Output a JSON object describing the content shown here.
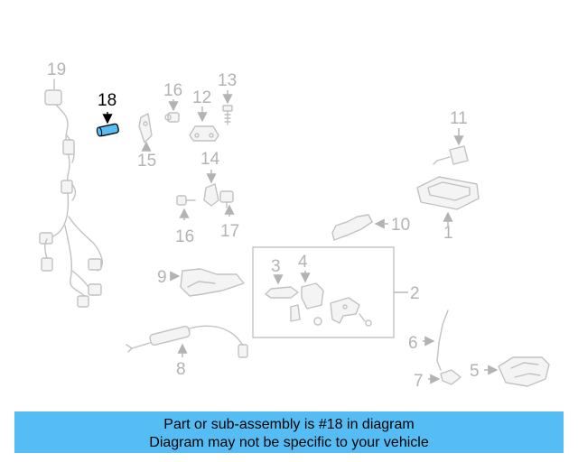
{
  "diagram": {
    "highlight_color": "#55bdf4",
    "callouts": {
      "c1": "1",
      "c2": "2",
      "c3": "3",
      "c4": "4",
      "c5": "5",
      "c6": "6",
      "c7": "7",
      "c8": "8",
      "c9": "9",
      "c10": "10",
      "c11": "11",
      "c12": "12",
      "c13": "13",
      "c14": "14",
      "c15": "15",
      "c16a": "16",
      "c16b": "16",
      "c17": "17",
      "c18": "18",
      "c19": "19"
    }
  },
  "banner": {
    "line1": "Part or sub-assembly is #18 in diagram",
    "line2": "Diagram may not be specific to your vehicle",
    "background": "#55bdf4"
  }
}
